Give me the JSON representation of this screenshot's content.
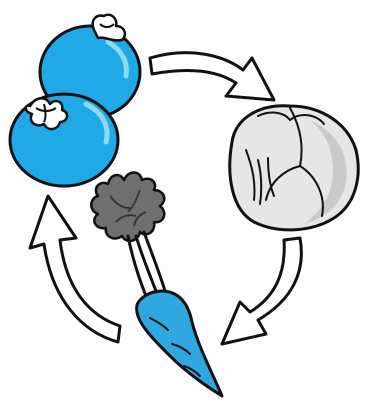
{
  "diagram": {
    "type": "cycle",
    "colors": {
      "tomato": "#1fa9e6",
      "tomato_highlight": "#8fd8f8",
      "cabbage": "#e6e6e6",
      "cabbage_shade": "#bdbdbd",
      "carrot": "#2fa8e2",
      "carrot_top": "#6f6f6f",
      "arrow_fill": "#ffffff",
      "outline": "#111111",
      "background": "#fdfdfd"
    },
    "nodes": [
      {
        "name": "tomatoes",
        "icon": "tomato-icon"
      },
      {
        "name": "cabbage",
        "icon": "cabbage-icon"
      },
      {
        "name": "carrot",
        "icon": "carrot-icon"
      }
    ],
    "arrows": [
      {
        "from": "tomatoes",
        "to": "cabbage",
        "direction": "clockwise"
      },
      {
        "from": "cabbage",
        "to": "carrot",
        "direction": "clockwise"
      },
      {
        "from": "carrot",
        "to": "tomatoes",
        "direction": "clockwise"
      }
    ]
  }
}
